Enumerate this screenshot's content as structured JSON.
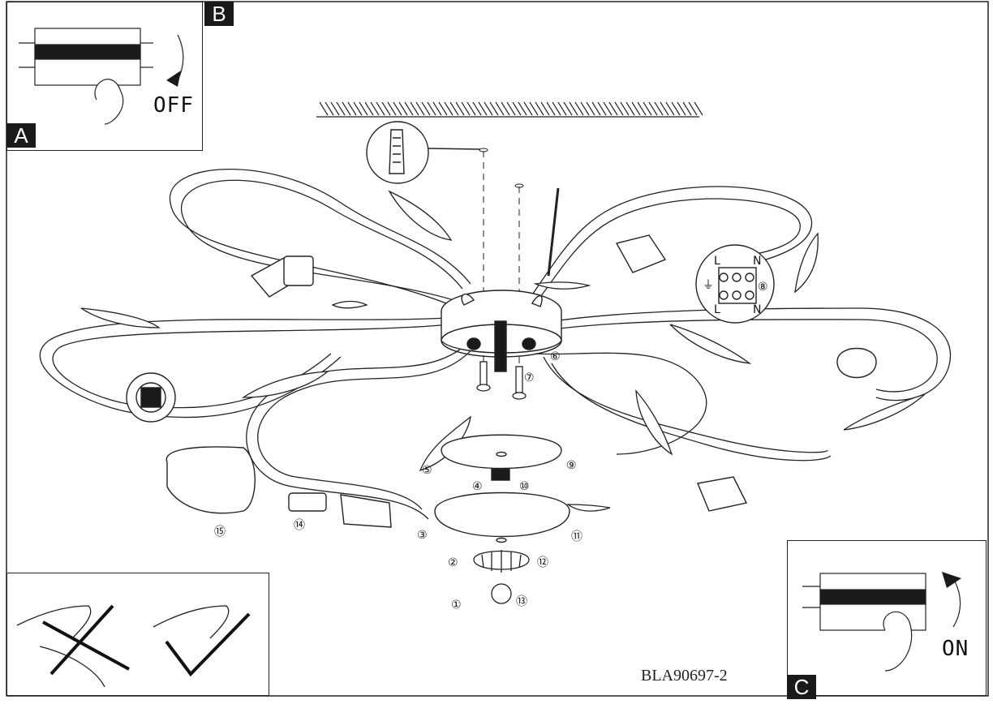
{
  "panels": {
    "a_letter": "A",
    "b_letter": "B",
    "c_letter": "C",
    "off_label": "OFF",
    "on_label": "ON"
  },
  "terminal": {
    "top": [
      "L",
      "N"
    ],
    "bottom": [
      "L",
      "N"
    ],
    "ref": "⑧"
  },
  "steps": {
    "s1": "①",
    "s2": "②",
    "s3": "③",
    "s4": "④",
    "s5": "⑤",
    "s6": "⑥",
    "s7": "⑦",
    "s9": "⑨",
    "s10": "⑩",
    "s11": "⑪",
    "s12": "⑫",
    "s13": "⑬",
    "s14": "⑭",
    "s15": "⑮"
  },
  "model_code": "BLA90697-2",
  "colors": {
    "line": "#222222",
    "fill_dark": "#1a1a1a",
    "paper": "#ffffff"
  }
}
